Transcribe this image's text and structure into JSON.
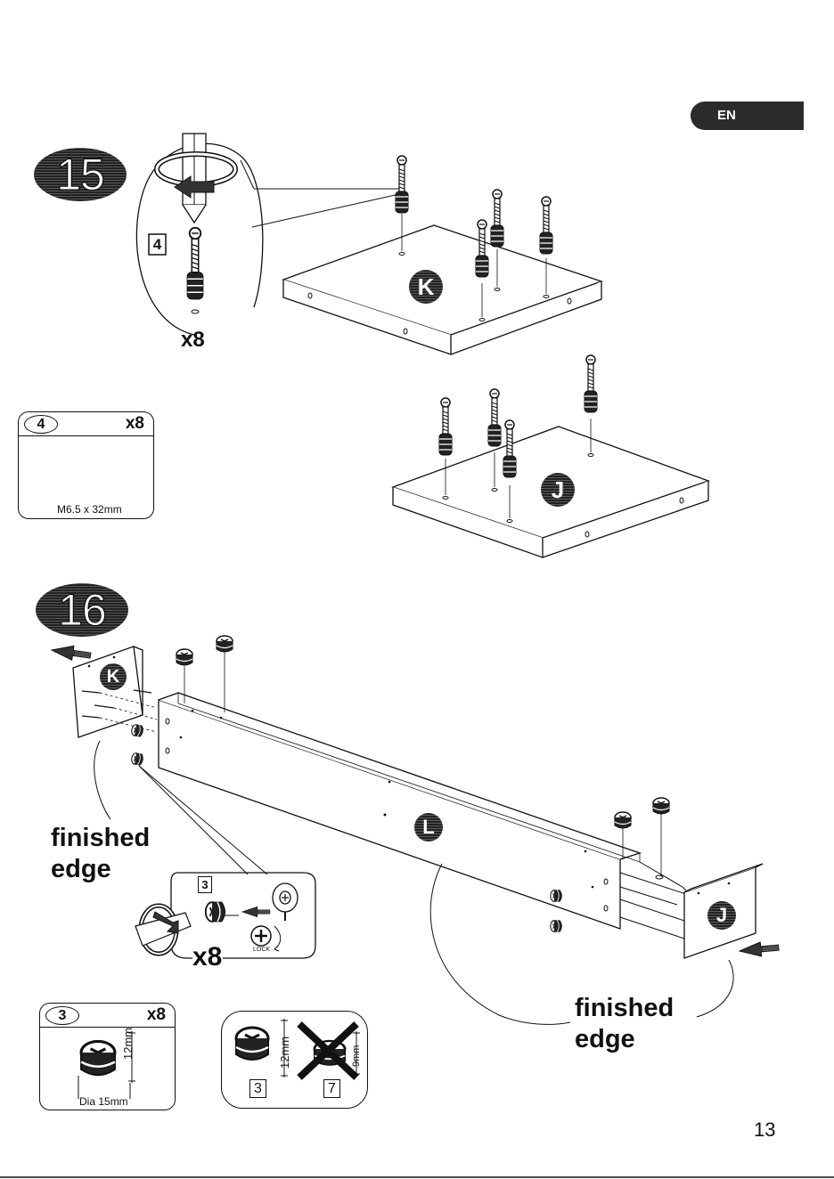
{
  "language_tab": "EN",
  "page_number": "13",
  "step15": {
    "number": "15",
    "detail_part": "4",
    "detail_qty": "x8",
    "panel_k": "K",
    "panel_j": "J"
  },
  "part_box_4": {
    "part": "4",
    "qty": "x8",
    "size": "M6.5 x 32mm"
  },
  "step16": {
    "number": "16",
    "panel_k": "K",
    "panel_l": "L",
    "panel_j": "J",
    "finished_edge_left_line1": "finished",
    "finished_edge_left_line2": "edge",
    "finished_edge_right_line1": "finished",
    "finished_edge_right_line2": "edge",
    "detail_part": "3",
    "detail_qty": "x8",
    "lock_label": "LOCK"
  },
  "part_box_3": {
    "part": "3",
    "qty": "x8",
    "height": "12mm",
    "diameter": "Dia 15mm"
  },
  "compare_box": {
    "height_ok": "12mm",
    "height_wrong": "9mm",
    "label_ok": "3",
    "label_wrong": "7"
  }
}
